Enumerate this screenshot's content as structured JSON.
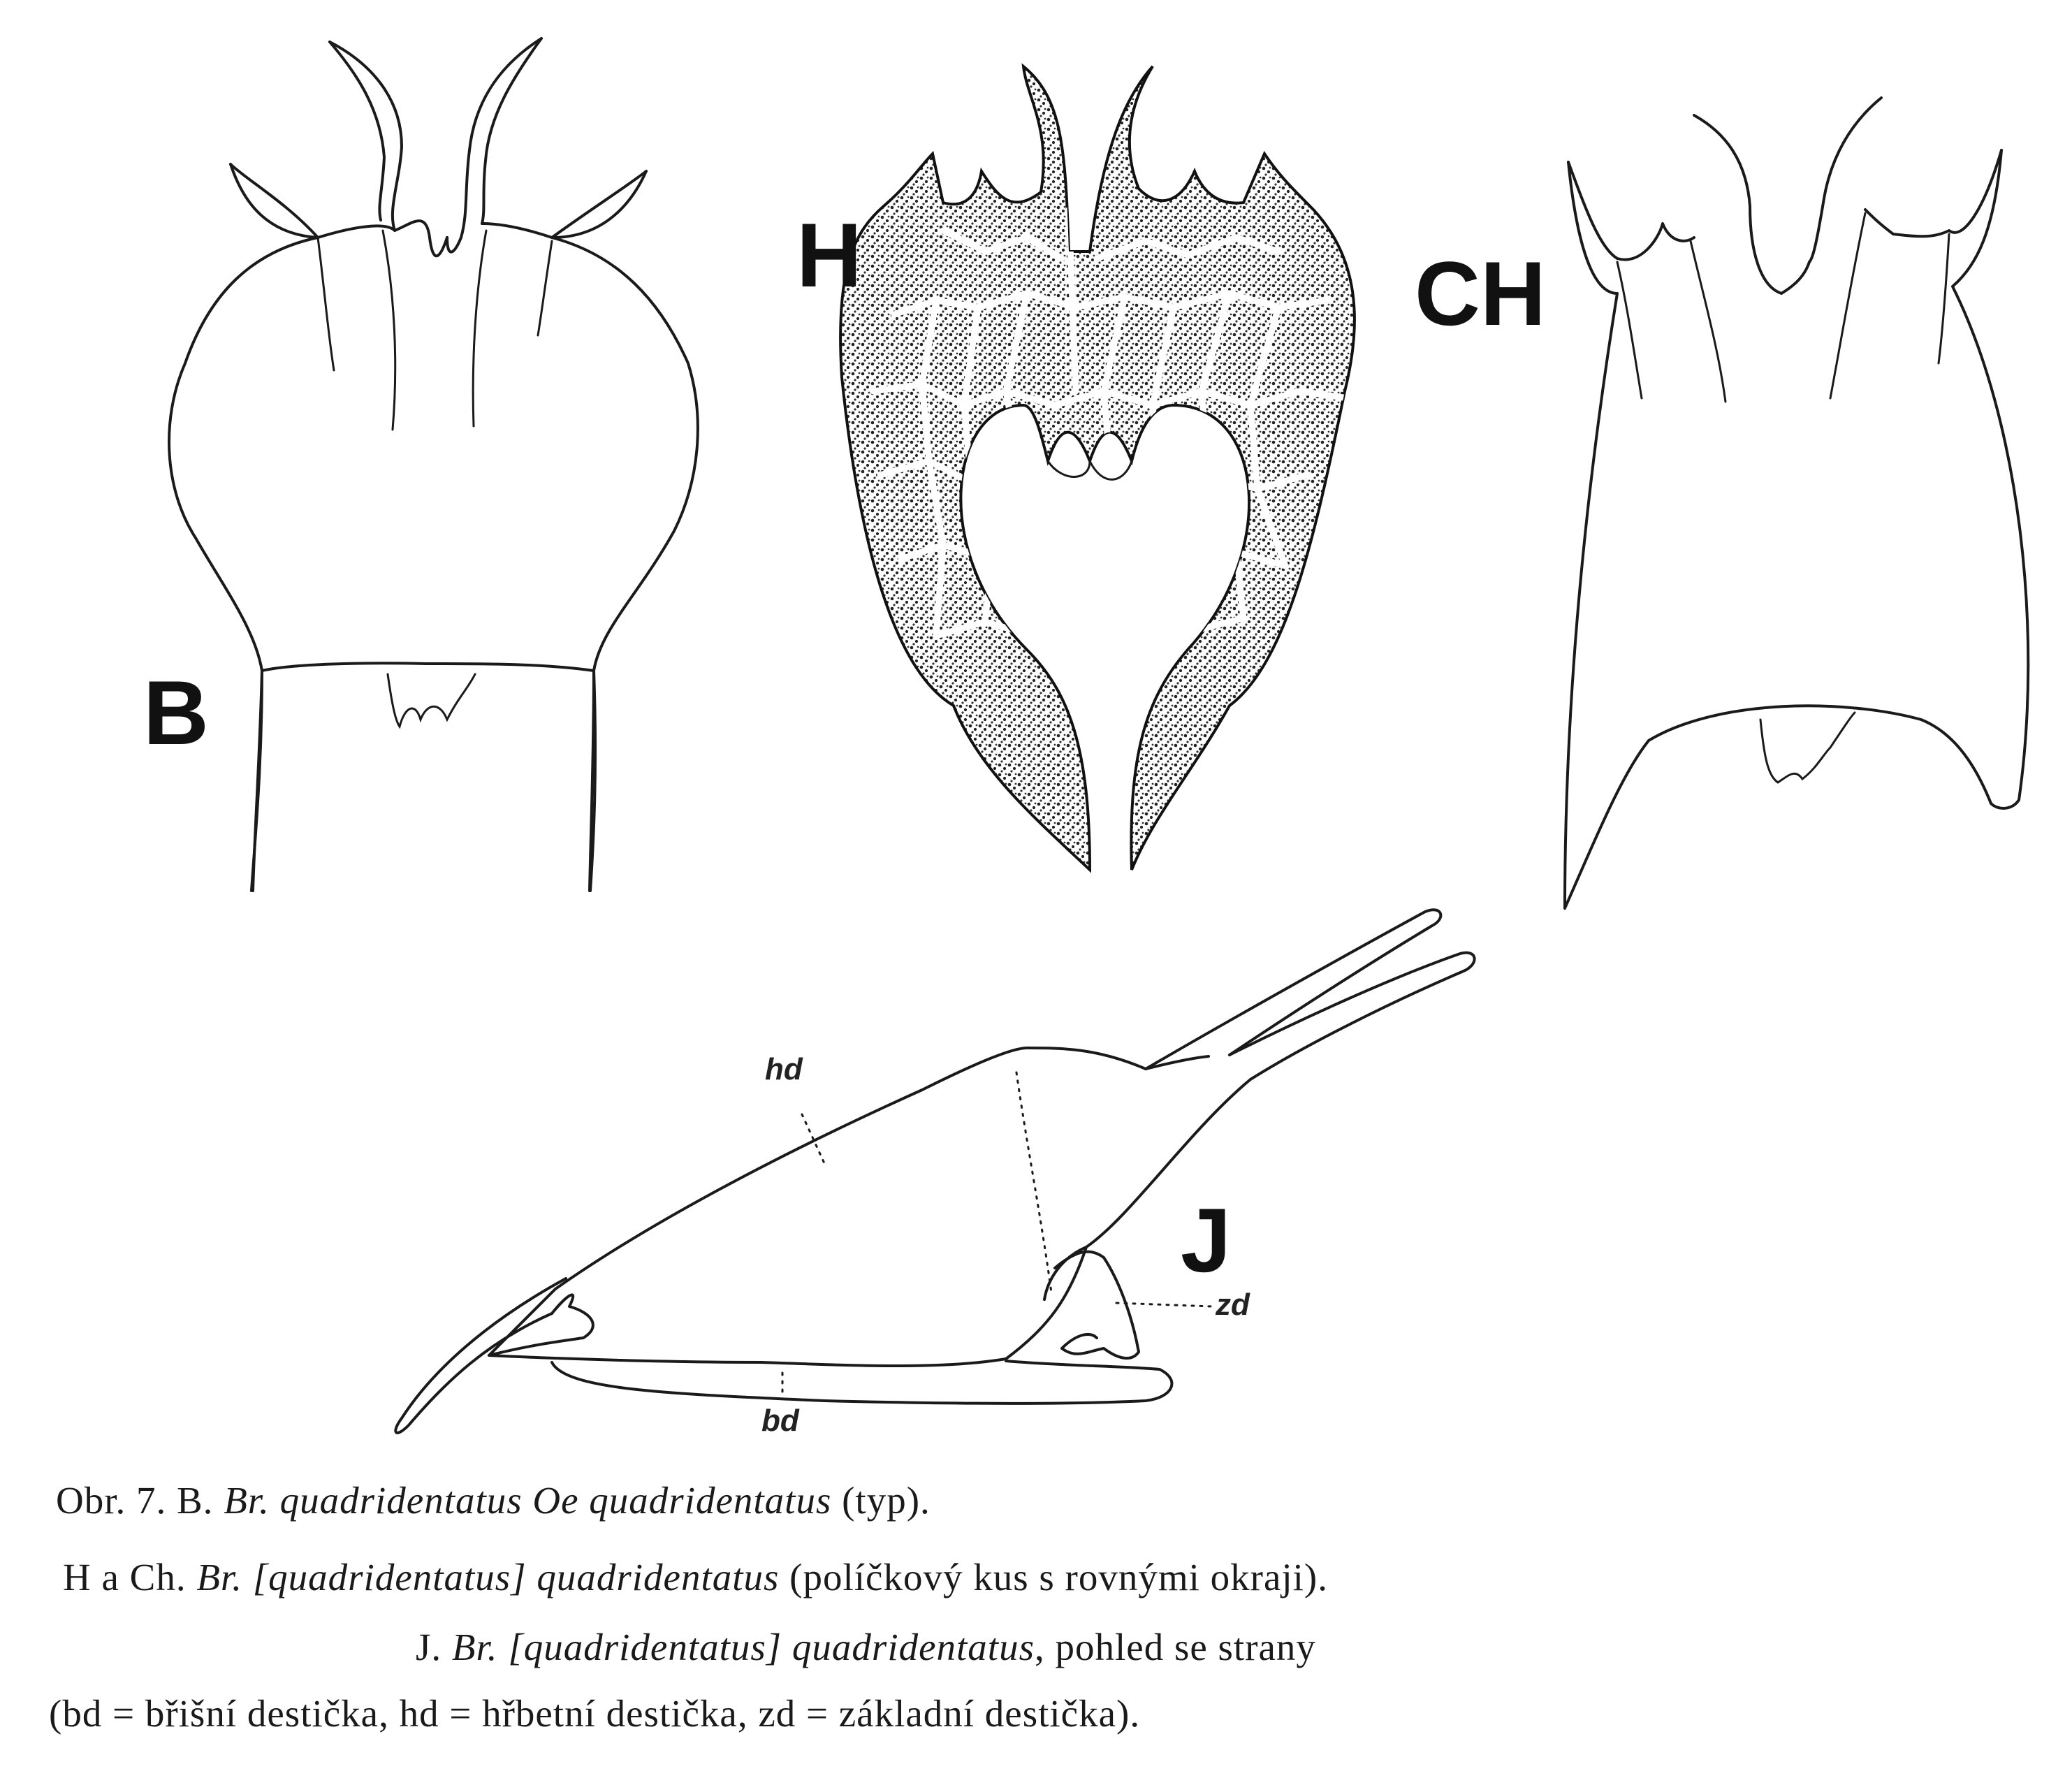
{
  "figure": {
    "panels": {
      "B": {
        "letter": "B"
      },
      "H": {
        "letter": "H"
      },
      "CH": {
        "letter": "CH"
      },
      "J": {
        "letter": "J",
        "labels": {
          "hd": "hd",
          "zd": "zd",
          "bd": "bd"
        }
      }
    }
  },
  "caption": {
    "line1": {
      "prefix": "Obr. 7.  B. ",
      "genus": "Br.",
      "species": " quadridentatus Oe quadridentatus",
      "suffix": " (typ)."
    },
    "line2": {
      "prefix": "H a Ch. ",
      "genus": "Br.",
      "species": " [quadridentatus] quadridentatus",
      "suffix": " (políčkový kus s rovnými okraji)."
    },
    "line3": {
      "prefix": "J. ",
      "genus": "Br.",
      "species": " [quadridentatus] quadridentatus",
      "suffix": ", pohled se strany"
    },
    "line4": {
      "text": "(bd = břišní destička, hd = hřbetní destička, zd = základní destička)."
    }
  }
}
